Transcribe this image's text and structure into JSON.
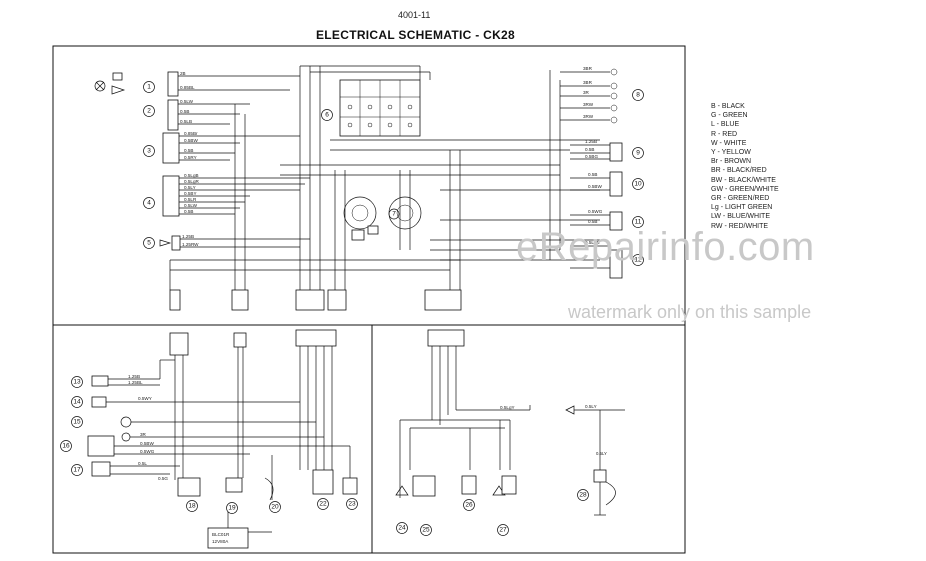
{
  "page_id": "4001-11",
  "title": "ELECTRICAL SCHEMATIC - CK28",
  "watermark": {
    "brand": "eRepairinfo.com",
    "note": "watermark only on this sample"
  },
  "color_legend": [
    "B - BLACK",
    "G - GREEN",
    "L - BLUE",
    "R - RED",
    "W - WHITE",
    "Y - YELLOW",
    "Br - BROWN",
    "BR - BLACK/RED",
    "BW - BLACK/WHITE",
    "GW - GREEN/WHITE",
    "GR - GREEN/RED",
    "Lg - LIGHT GREEN",
    "LW - BLUE/WHITE",
    "RW - RED/WHITE"
  ],
  "component_numbers": [
    "1",
    "2",
    "3",
    "4",
    "5",
    "6",
    "7",
    "8",
    "9",
    "10",
    "11",
    "12",
    "13",
    "14",
    "15",
    "16",
    "17",
    "18",
    "19",
    "20",
    "22",
    "23",
    "24",
    "25",
    "26",
    "27",
    "28"
  ],
  "wire_labels": {
    "c1": [
      "2B",
      "0.85BL"
    ],
    "c2": [
      "0.5LW",
      "0.5B",
      "0.5LB"
    ],
    "c3": [
      "0.85Br",
      "0.5BW",
      "0.5B",
      "0.5RY"
    ],
    "c4": [
      "0.5LgB",
      "0.5LgR",
      "0.5LY",
      "0.5BY",
      "0.5LR",
      "0.5LW",
      "0.5B"
    ],
    "c5": [
      "1.25B",
      "1.25RW"
    ],
    "c8": [
      "3BR",
      "3BR",
      "3R",
      "3RW",
      "3RW"
    ],
    "c9": [
      "1.25B",
      "0.5B",
      "0.5BG"
    ],
    "c10": [
      "0.5B",
      "0.5BW"
    ],
    "c11": [
      "0.5WG",
      "0.5B"
    ],
    "c12": [
      "0.5LgB"
    ],
    "c13": [
      "1.25B",
      "1.25BL"
    ],
    "c14": [
      "0.5WY"
    ],
    "c16": [
      "3R",
      "0.5BW",
      "0.5WG"
    ],
    "c17": [
      "0.5L",
      "0.5G"
    ],
    "c28": [
      "0.5LY",
      "0.5LY"
    ],
    "right_mid": [
      "0.5LgY"
    ],
    "battery": [
      "BLC01R",
      "12V80A"
    ]
  }
}
